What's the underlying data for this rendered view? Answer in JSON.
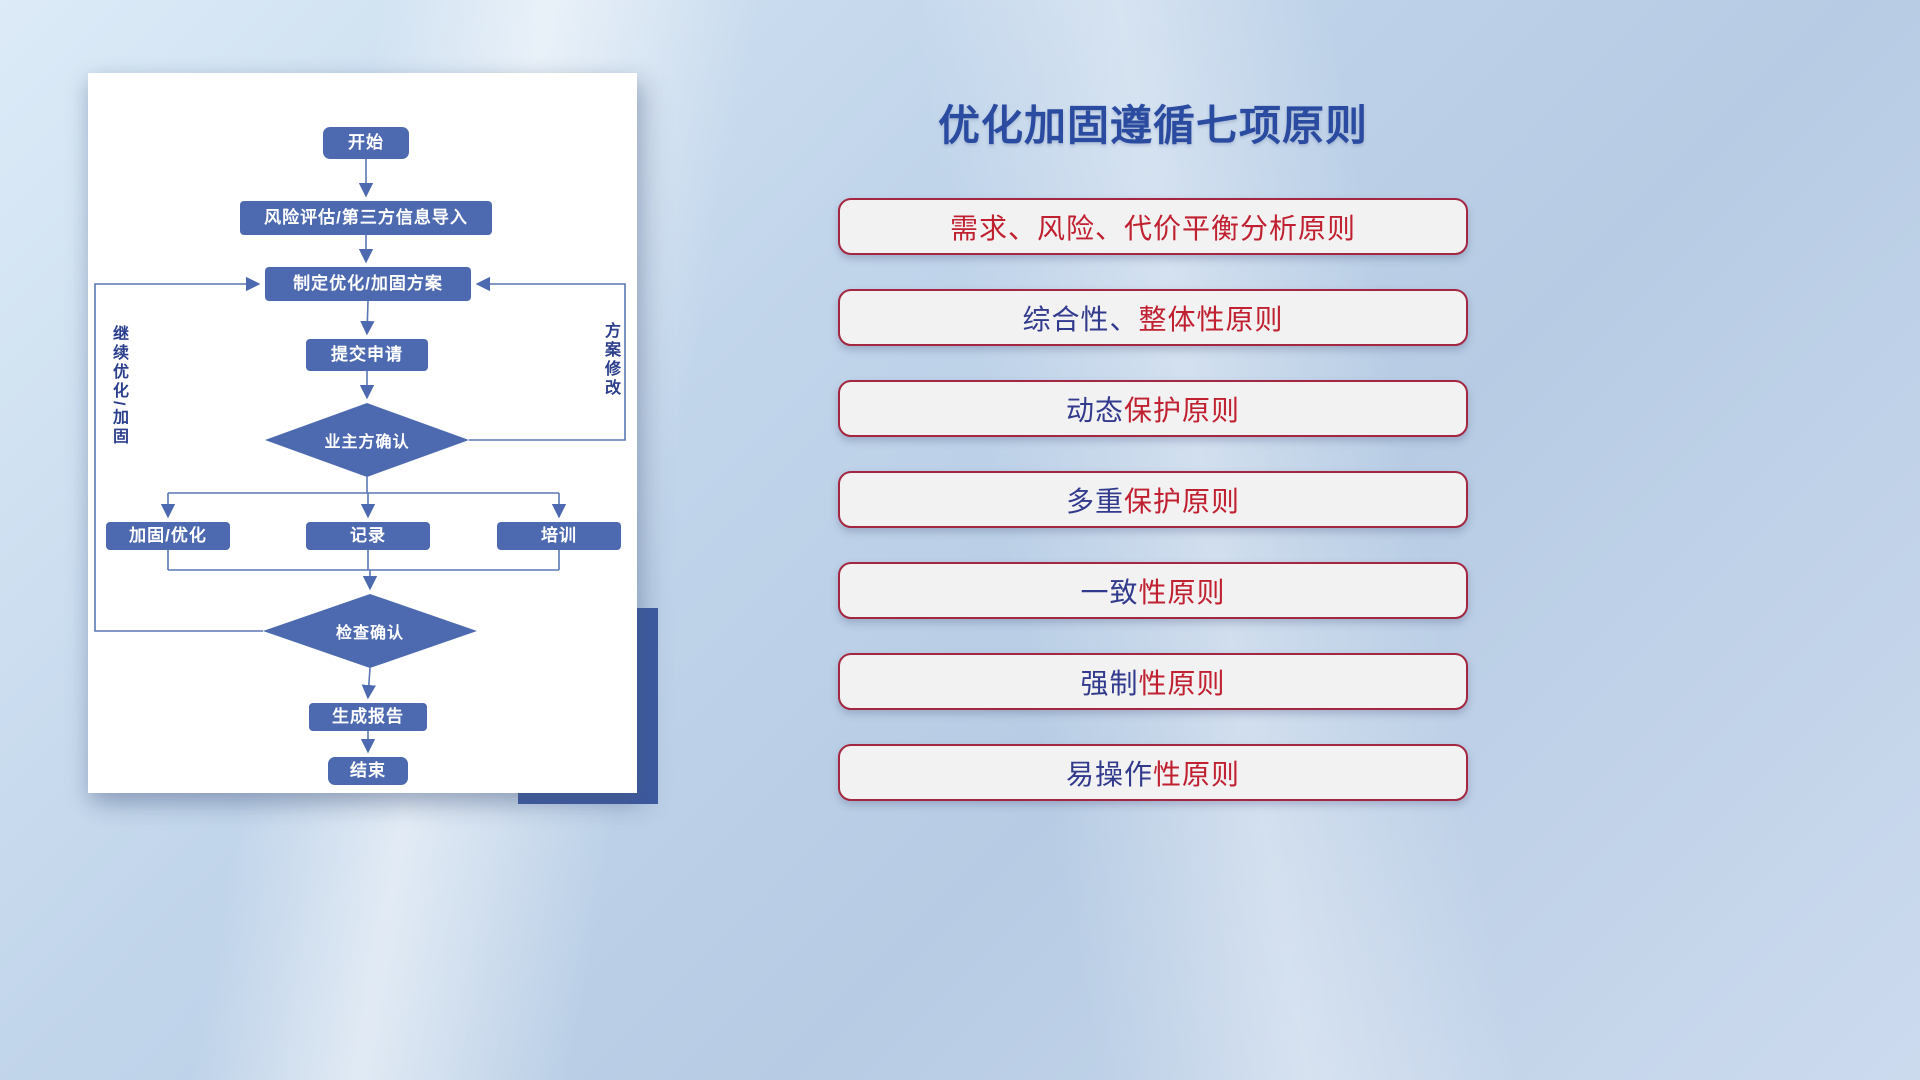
{
  "flowchart": {
    "nodes": {
      "start": "开始",
      "risk_import": "风险评估/第三方信息导入",
      "make_plan": "制定优化/加固方案",
      "submit": "提交申请",
      "owner_confirm": "业主方确认",
      "reinforce": "加固/优化",
      "record": "记录",
      "training": "培训",
      "check_confirm": "检查确认",
      "report": "生成报告",
      "end": "结束"
    },
    "loop_labels": {
      "continue_optimize": "继续优化/加固",
      "plan_revision": "方案修改"
    }
  },
  "principles": {
    "title": "优化加固遵循七项原则",
    "items": [
      {
        "prefix": "",
        "suffix": "需求、风险、代价平衡分析原则"
      },
      {
        "prefix": "综合性、",
        "suffix": "整体性原则"
      },
      {
        "prefix": "动态",
        "suffix": "保护原则"
      },
      {
        "prefix": "多重",
        "suffix": "保护原则"
      },
      {
        "prefix": "一致",
        "suffix": "性原则"
      },
      {
        "prefix": "强制",
        "suffix": "性原则"
      },
      {
        "prefix": "易操作",
        "suffix": "性原则"
      }
    ]
  },
  "colors": {
    "title_blue": "#2a4ba0",
    "node_fill": "#4d6ab0",
    "connector": "#5b77b5",
    "principle_red": "#c0202f",
    "principle_highlight": "#323a8d",
    "principle_border": "#a32740",
    "accent_block": "#3d5aa1",
    "panel_background": "#ffffff"
  }
}
